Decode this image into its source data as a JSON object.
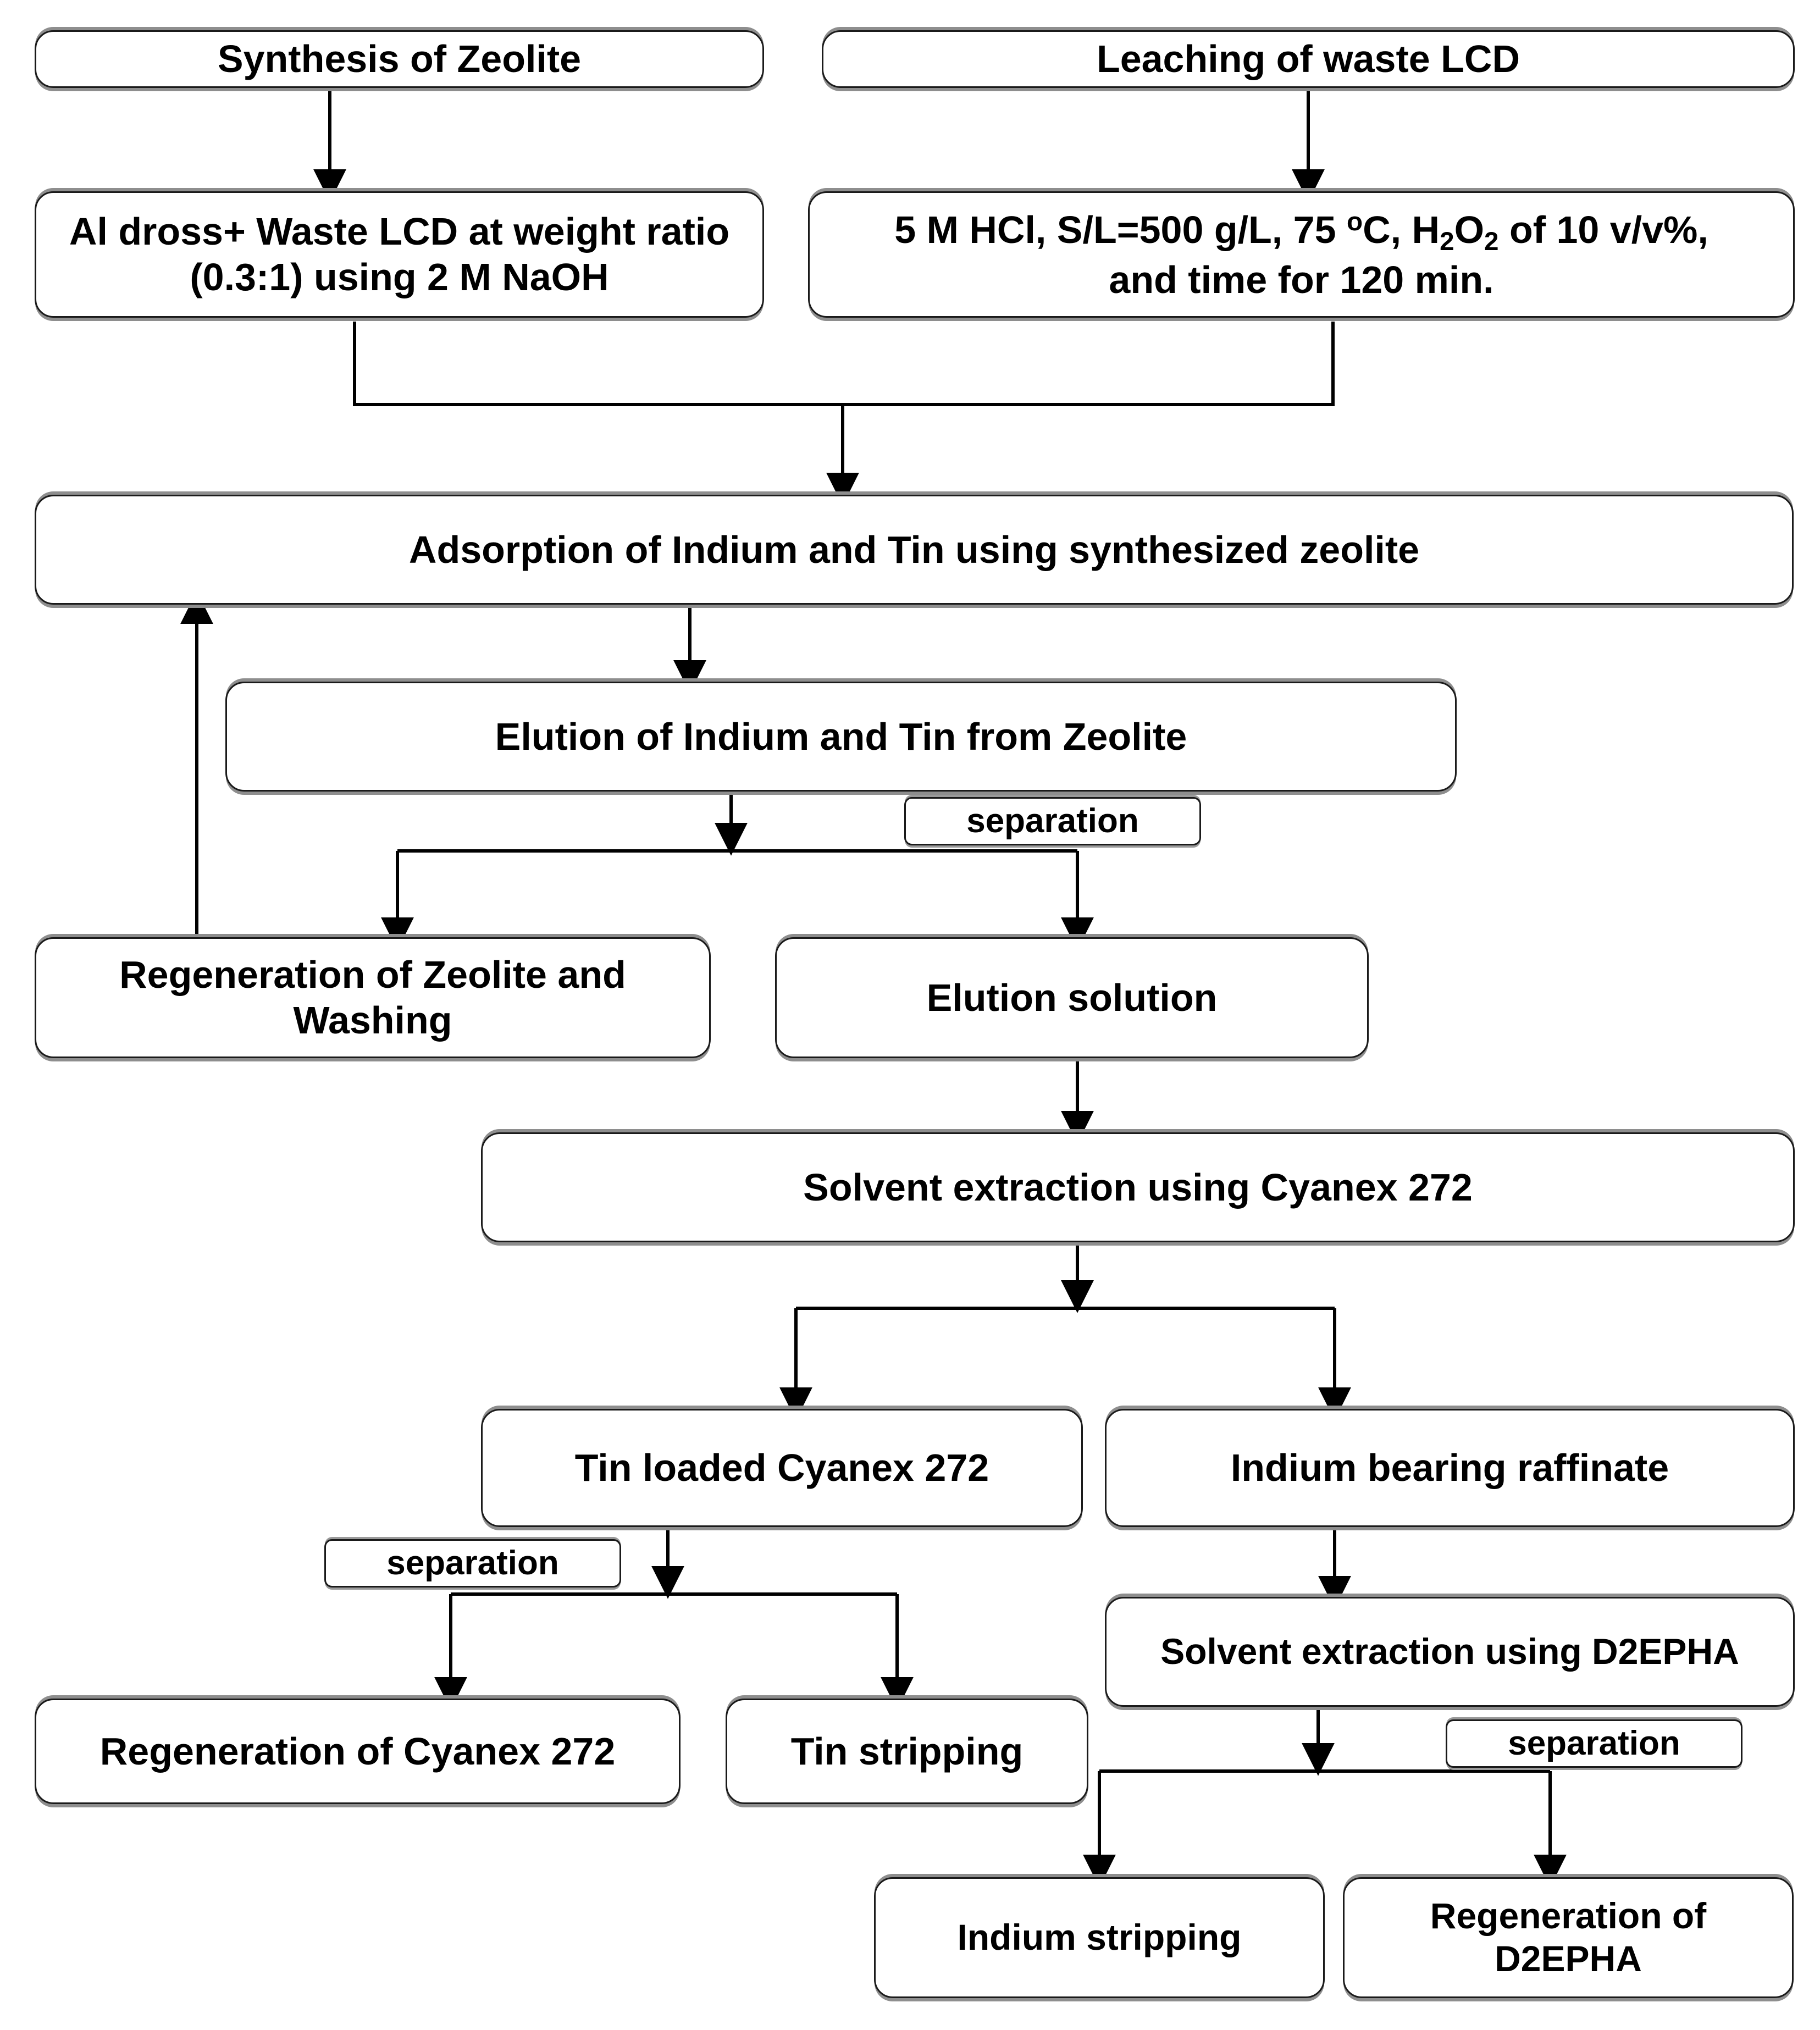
{
  "diagram": {
    "title": "Zeolite synthesis and LCD leaching indium/tin recovery flowsheet",
    "nodes": [
      {
        "id": "synthesis",
        "label": "Synthesis of Zeolite"
      },
      {
        "id": "leaching",
        "label": "Leaching of waste LCD"
      },
      {
        "id": "al_dross",
        "label": "Al dross+ Waste LCD at weight ratio (0.3:1) using 2 M NaOH"
      },
      {
        "id": "leach_conditions",
        "label": "5 M HCl, S/L=500 g/L, 75 °C, H₂O₂ of 10 v/v%, and time for 120 min."
      },
      {
        "id": "adsorption",
        "label": "Adsorption of Indium and Tin using synthesized zeolite"
      },
      {
        "id": "elution",
        "label": "Elution of Indium and Tin from Zeolite"
      },
      {
        "id": "sep1",
        "label": "separation"
      },
      {
        "id": "regen_zeolite",
        "label": "Regeneration of Zeolite and Washing"
      },
      {
        "id": "elution_solution",
        "label": "Elution solution"
      },
      {
        "id": "sx_cyanex",
        "label": "Solvent extraction using Cyanex 272"
      },
      {
        "id": "tin_loaded",
        "label": "Tin loaded Cyanex 272"
      },
      {
        "id": "in_raffinate",
        "label": "Indium bearing raffinate"
      },
      {
        "id": "sep2",
        "label": "separation"
      },
      {
        "id": "regen_cyanex",
        "label": "Regeneration of  Cyanex 272"
      },
      {
        "id": "tin_strip",
        "label": "Tin stripping"
      },
      {
        "id": "sx_d2epha",
        "label": "Solvent extraction using D2EPHA"
      },
      {
        "id": "sep3",
        "label": "separation"
      },
      {
        "id": "indium_strip",
        "label": "Indium stripping"
      },
      {
        "id": "regen_d2epha",
        "label": "Regeneration of D2EPHA"
      }
    ],
    "edges": [
      {
        "from": "synthesis",
        "to": "al_dross"
      },
      {
        "from": "leaching",
        "to": "leach_conditions"
      },
      {
        "from": "al_dross",
        "to": "adsorption"
      },
      {
        "from": "leach_conditions",
        "to": "adsorption"
      },
      {
        "from": "adsorption",
        "to": "elution"
      },
      {
        "from": "elution",
        "to": "regen_zeolite"
      },
      {
        "from": "elution",
        "to": "elution_solution"
      },
      {
        "from": "regen_zeolite",
        "to": "adsorption"
      },
      {
        "from": "elution_solution",
        "to": "sx_cyanex"
      },
      {
        "from": "sx_cyanex",
        "to": "tin_loaded"
      },
      {
        "from": "sx_cyanex",
        "to": "in_raffinate"
      },
      {
        "from": "tin_loaded",
        "to": "regen_cyanex"
      },
      {
        "from": "tin_loaded",
        "to": "tin_strip"
      },
      {
        "from": "in_raffinate",
        "to": "sx_d2epha"
      },
      {
        "from": "sx_d2epha",
        "to": "indium_strip"
      },
      {
        "from": "sx_d2epha",
        "to": "regen_d2epha"
      }
    ],
    "colors": {
      "box_border": "#1a1a1a",
      "box_fill": "#ffffff",
      "box_shadow": "#8e8e8e",
      "text": "#000000",
      "edge": "#000000"
    },
    "leach_conditions_parts": {
      "line1_a": "5 M HCl, S/L=500 g/L, 75 ",
      "line1_deg": "o",
      "line1_b": "C, H",
      "line1_sub1": "2",
      "line1_c": "O",
      "line1_sub2": "2",
      "line1_d": " of 10 v/v%,",
      "line2": "and time for 120 min."
    }
  }
}
